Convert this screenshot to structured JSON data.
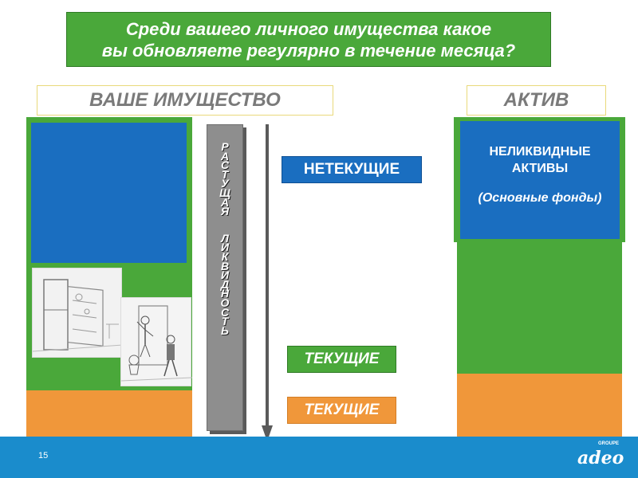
{
  "title": {
    "line1": "Среди вашего личного имущества какое",
    "line2": "вы обновляете регулярно в течение месяца?"
  },
  "left_header": "ВАШЕ ИМУЩЕСТВО",
  "right_header": "АКТИВ",
  "liquidity": {
    "word1": [
      "Р",
      "А",
      "С",
      "Т",
      "У",
      "Щ",
      "А",
      "Я"
    ],
    "word2": [
      "Л",
      "И",
      "К",
      "В",
      "И",
      "Д",
      "Н",
      "О",
      "С",
      "Т",
      "Ь"
    ]
  },
  "labels": {
    "noncurrent": "НЕТЕКУЩИЕ",
    "current_green": "ТЕКУЩИЕ",
    "current_orange": "ТЕКУЩИЕ"
  },
  "assets": {
    "illiquid": "НЕЛИКВИДНЫЕ АКТИВЫ",
    "fixed": "(Основные фонды)"
  },
  "footer": {
    "page_number": "15",
    "logo_small": "GROUPE",
    "logo_big": "adeo"
  },
  "colors": {
    "green": "#4aa83a",
    "blue": "#1a6ec0",
    "orange": "#f0973a",
    "footer": "#1a8ccc"
  }
}
